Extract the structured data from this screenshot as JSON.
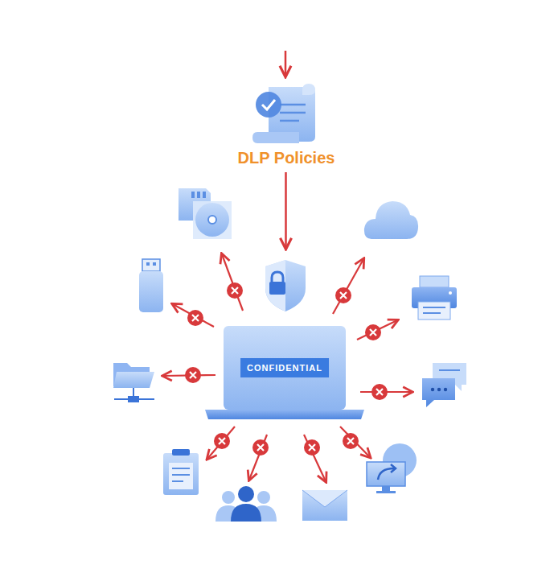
{
  "diagram": {
    "nodes": [
      {
        "text": [
          "DLP Policies"
        ]
      },
      {
        "text": [
          "CONFIDENTIAL"
        ]
      }
    ],
    "edges": [
      {
        "from": 0,
        "to": 1,
        "arrow": "to"
      }
    ]
  }
}
